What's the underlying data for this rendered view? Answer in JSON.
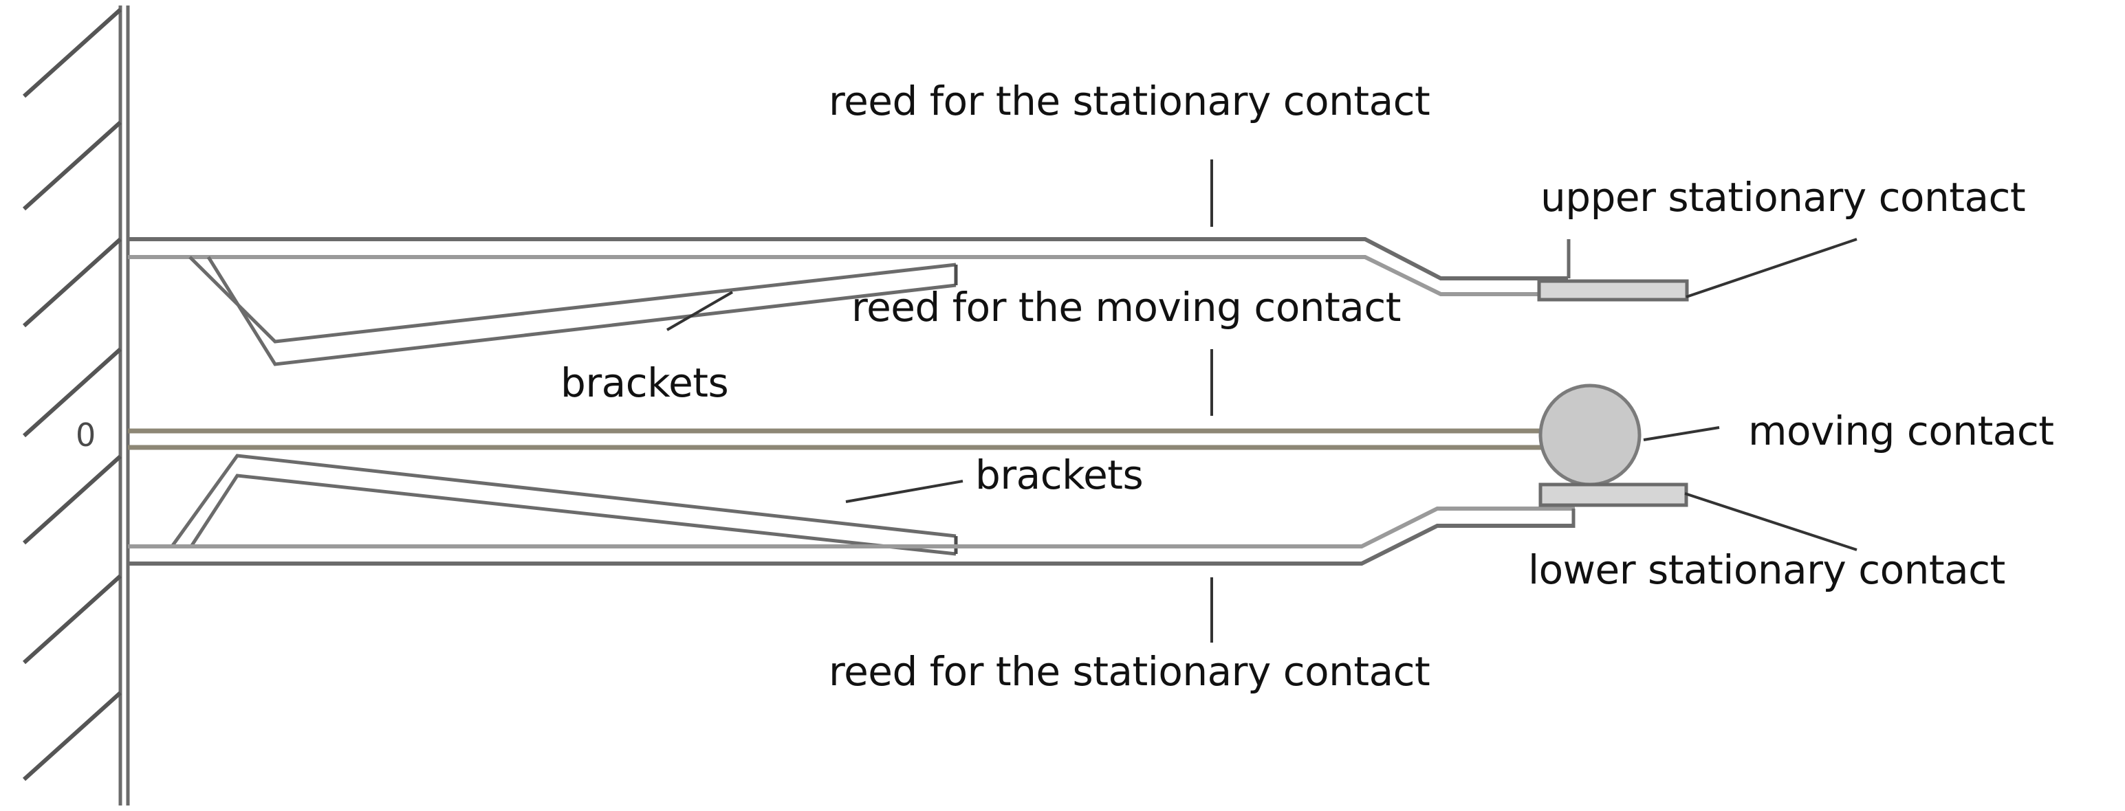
{
  "figure": {
    "kind": "reed-contact-assembly-cross-section",
    "background_color": "#ffffff",
    "line_color": "#6b6b6b",
    "dark_line_color": "#4d4d4d",
    "text_color": "#111111",
    "moving_reed_color": "#8d8775",
    "contact_fill": "#c9c9c9",
    "pad_fill": "#d6d6d6"
  },
  "labels": {
    "upper_reed": "reed for the stationary contact",
    "upper_stationary_contact": "upper stationary contact",
    "moving_reed": "reed for the moving contact",
    "brackets_upper": "brackets",
    "brackets_lower": "brackets",
    "moving_contact": "moving contact",
    "lower_stationary_contact": "lower stationary contact",
    "lower_reed": "reed for the stationary contact",
    "origin_marker": "0"
  },
  "parts": [
    {
      "name": "wall",
      "description": "hatched fixed support at left"
    },
    {
      "name": "upper-stationary-reed",
      "description": "top horizontal reed bent down at right end"
    },
    {
      "name": "upper-stationary-contact",
      "description": "contact pad under the top reed tip"
    },
    {
      "name": "upper-bracket",
      "description": "V shaped stiffening bracket below the top reed"
    },
    {
      "name": "moving-reed",
      "description": "center reed carrying the moving contact"
    },
    {
      "name": "moving-contact",
      "description": "round contact at the right end of the center reed"
    },
    {
      "name": "lower-bracket",
      "description": "inverted V shaped stiffening bracket above the bottom reed"
    },
    {
      "name": "lower-stationary-reed",
      "description": "bottom horizontal reed bent up at right end"
    },
    {
      "name": "lower-stationary-contact",
      "description": "contact pad above the bottom reed tip"
    }
  ]
}
